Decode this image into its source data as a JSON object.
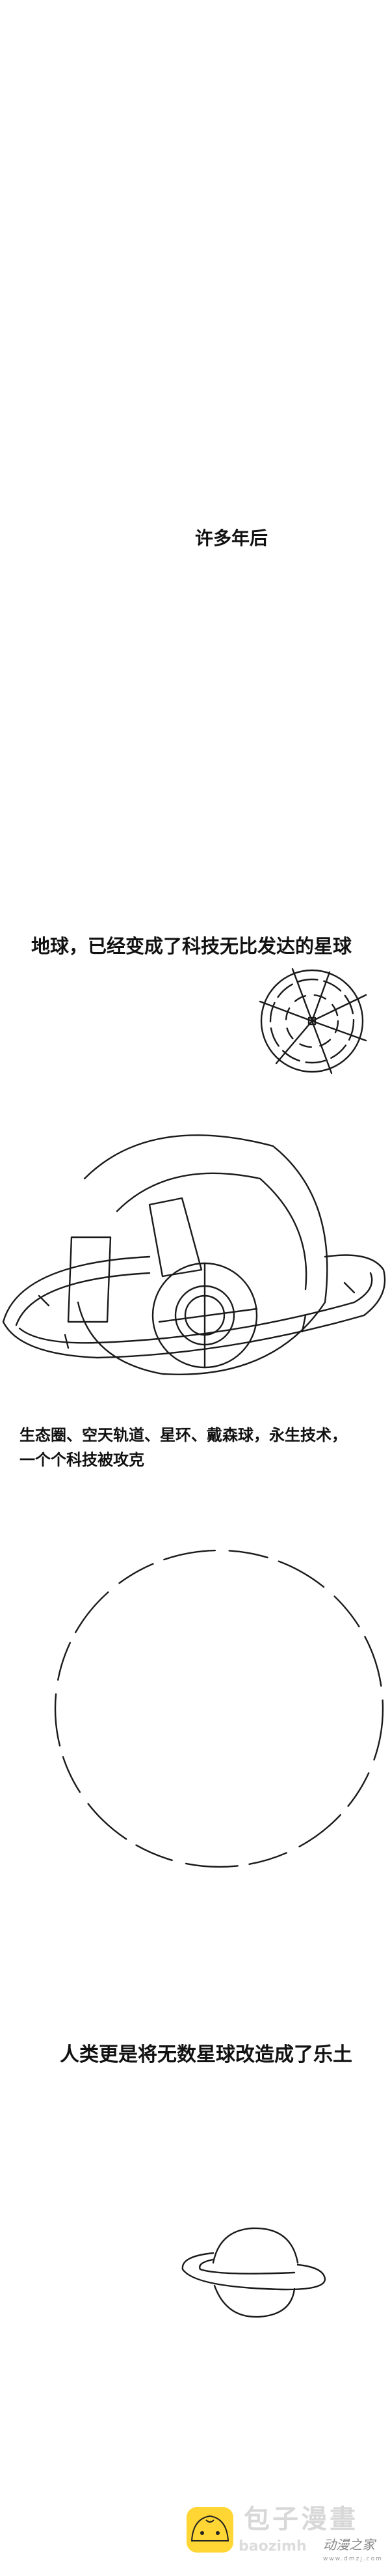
{
  "captions": {
    "c1": "许多年后",
    "c2": "地球，已经变成了科技无比发达的星球",
    "c3_line1": "生态圈、空天轨道、星环、戴森球，永生技术，",
    "c3_line2": "一个个科技被攻克",
    "c4": "人类更是将无数星球改造成了乐土"
  },
  "watermark": {
    "brand_cn": "包子漫畫",
    "brand_en": "baozimh",
    "partner_cn": "动漫之家",
    "partner_url": "www.dmzj.com",
    "logo_color": "#FFD633"
  }
}
